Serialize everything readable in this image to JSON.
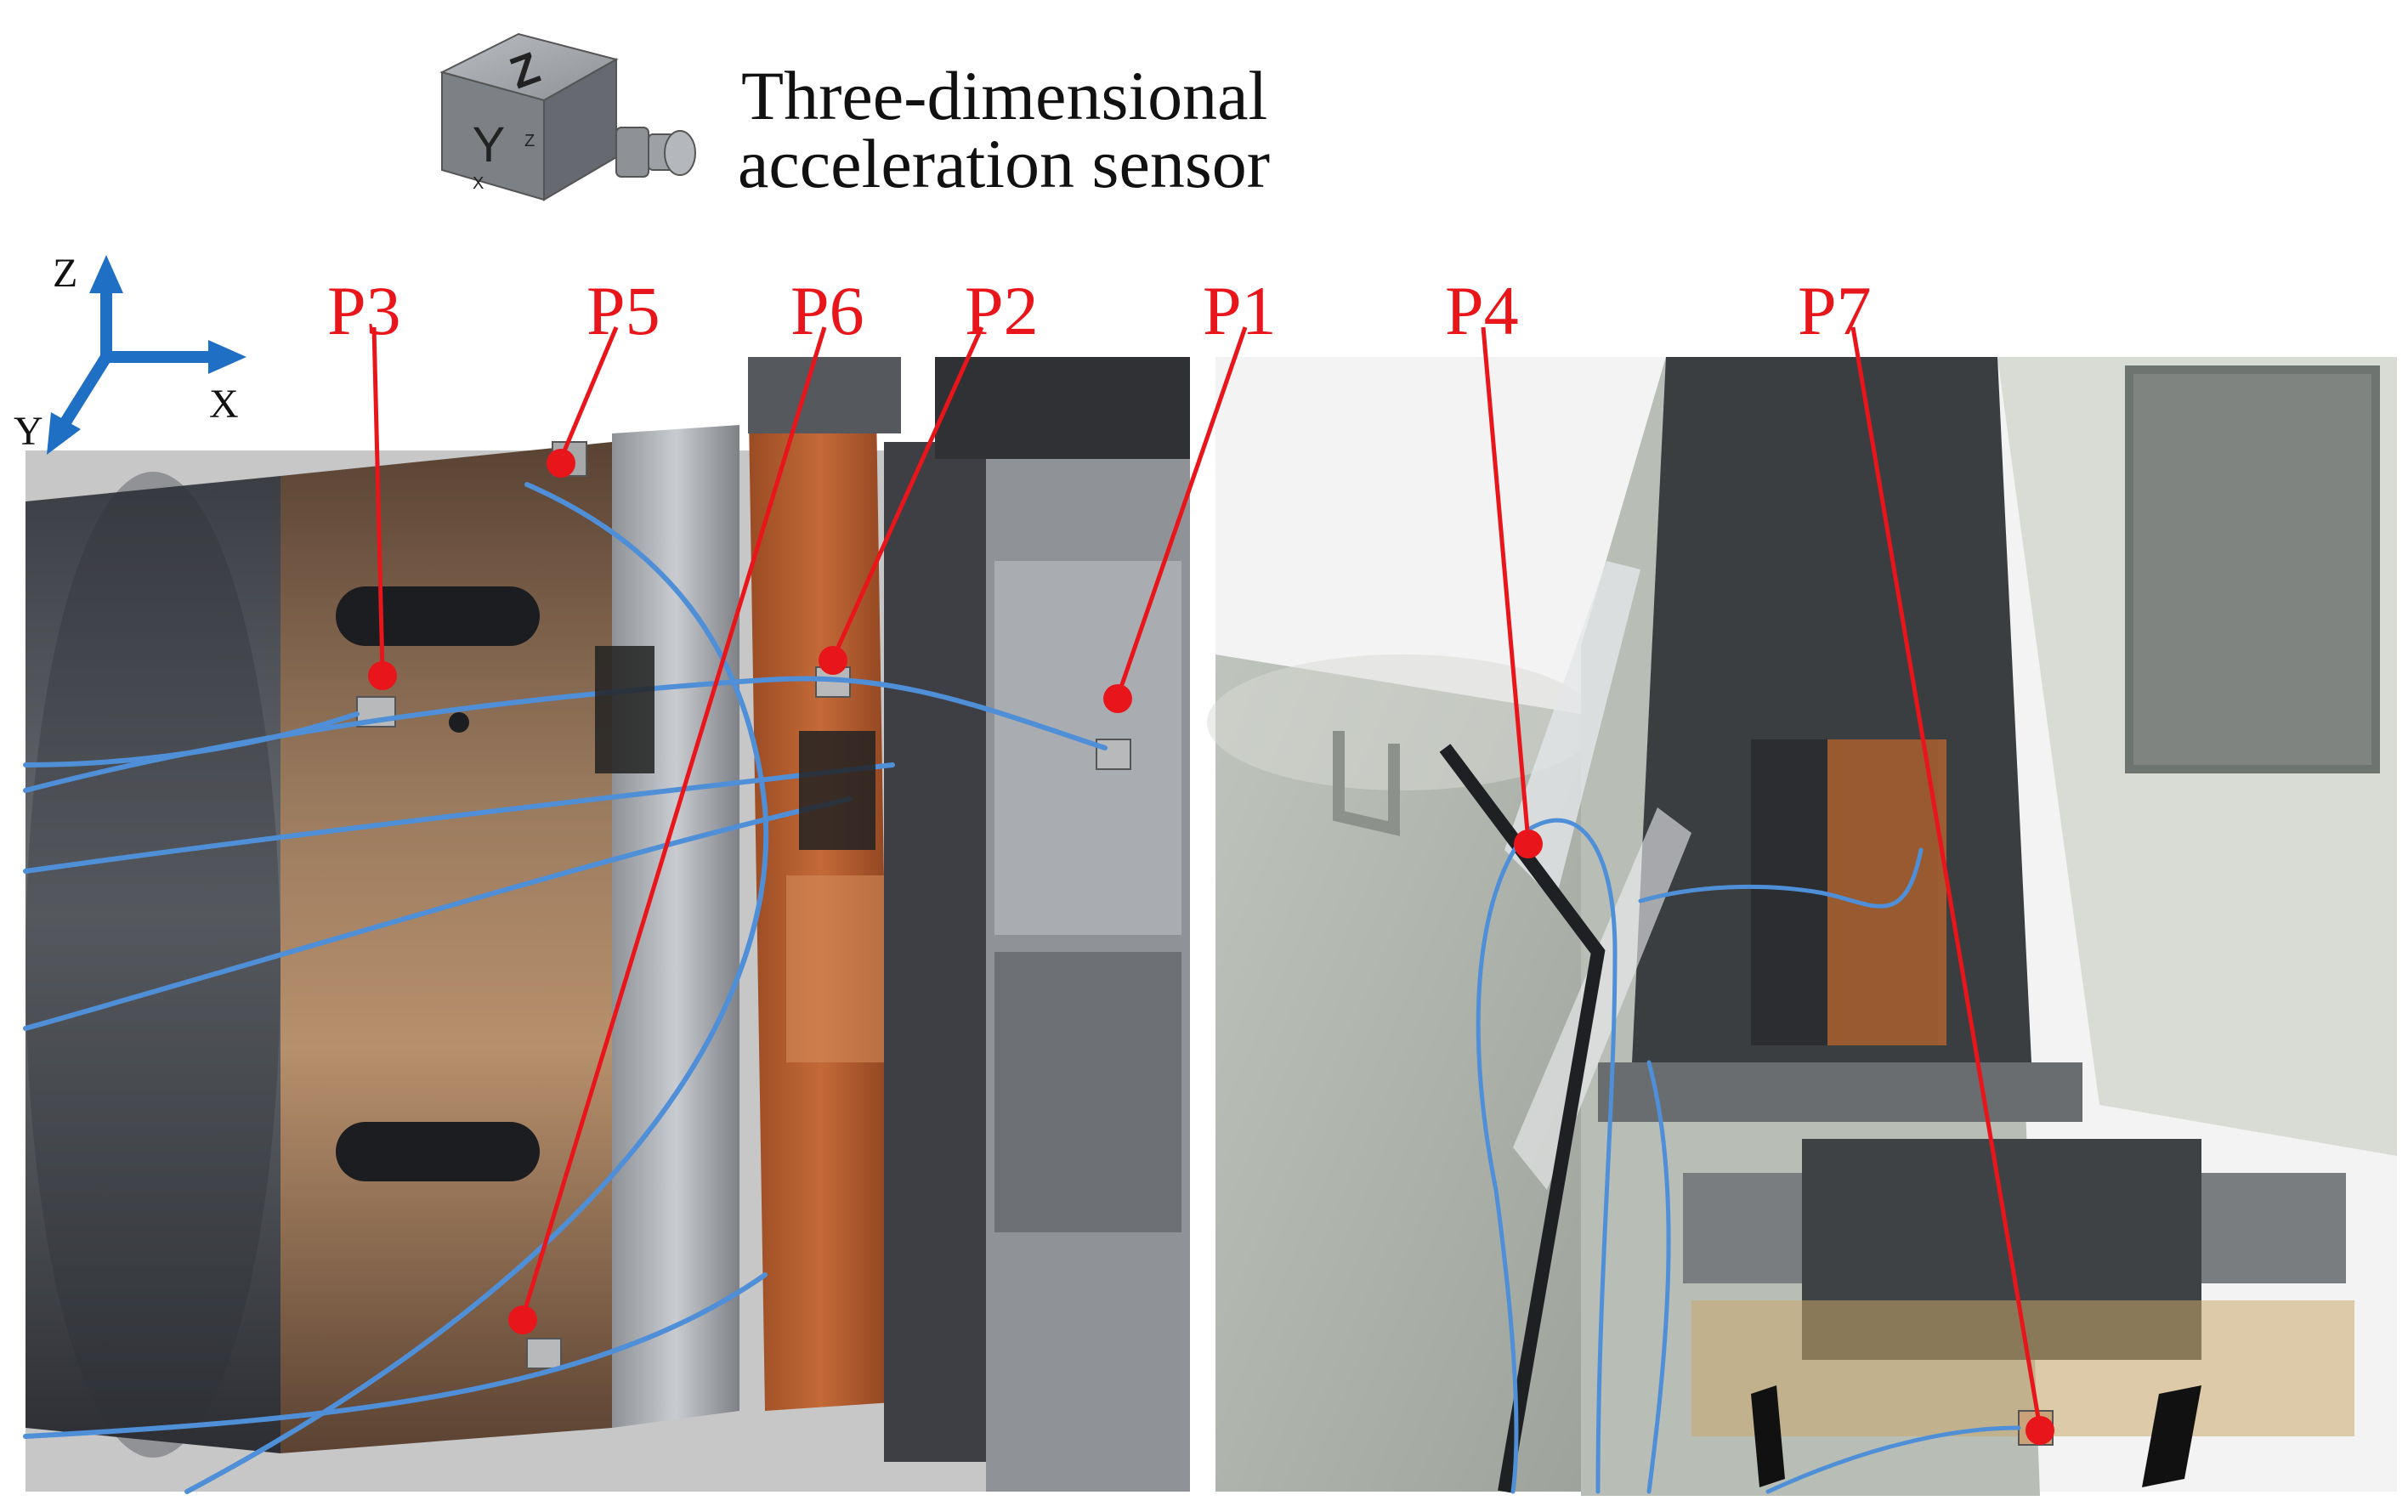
{
  "caption": {
    "line1": "Three-dimensional",
    "line2": "acceleration sensor"
  },
  "sensor_icon": {
    "top_face_letter": "Z",
    "front_face_letter": "Y",
    "small_z": "Z",
    "small_x": "X"
  },
  "axes": {
    "z_label": "Z",
    "x_label": "X",
    "y_label": "Y",
    "color": "#1f6fc4"
  },
  "points": [
    {
      "id": "P1",
      "label": "P1"
    },
    {
      "id": "P2",
      "label": "P2"
    },
    {
      "id": "P3",
      "label": "P3"
    },
    {
      "id": "P4",
      "label": "P4"
    },
    {
      "id": "P5",
      "label": "P5"
    },
    {
      "id": "P6",
      "label": "P6"
    },
    {
      "id": "P7",
      "label": "P7"
    }
  ],
  "colors": {
    "marker": "#e8151b",
    "cable": "#4f8fd8",
    "copper": "#b5652f",
    "steel": "#8d9096",
    "machine_housing": "#c9cdc7"
  }
}
